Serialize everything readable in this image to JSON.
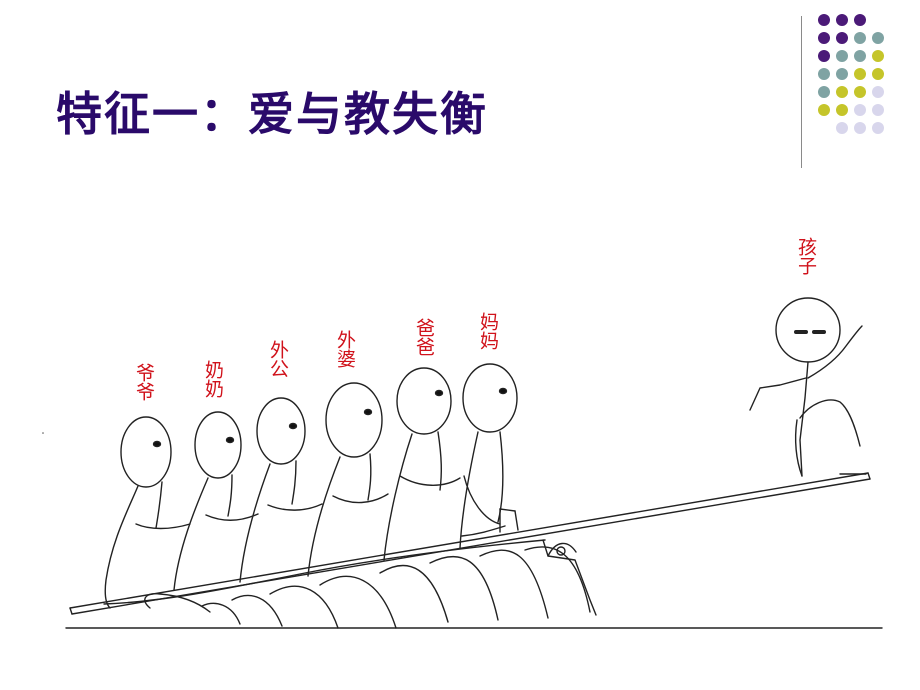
{
  "slide": {
    "title": "特征一：爱与教失衡",
    "colors": {
      "title": "#2a0a6a",
      "label": "#d0121b",
      "dot_purple": "#4b1a78",
      "dot_teal": "#7fa3a3",
      "dot_olive": "#c5c52a",
      "dot_lavender": "#d8d6ec"
    }
  },
  "cartoon": {
    "labels": {
      "grandpa": "爷爷",
      "grandma": "奶奶",
      "maternal_grandpa": "外公",
      "maternal_grandma": "外婆",
      "dad": "爸爸",
      "mom": "妈妈",
      "child": "孩子"
    }
  }
}
